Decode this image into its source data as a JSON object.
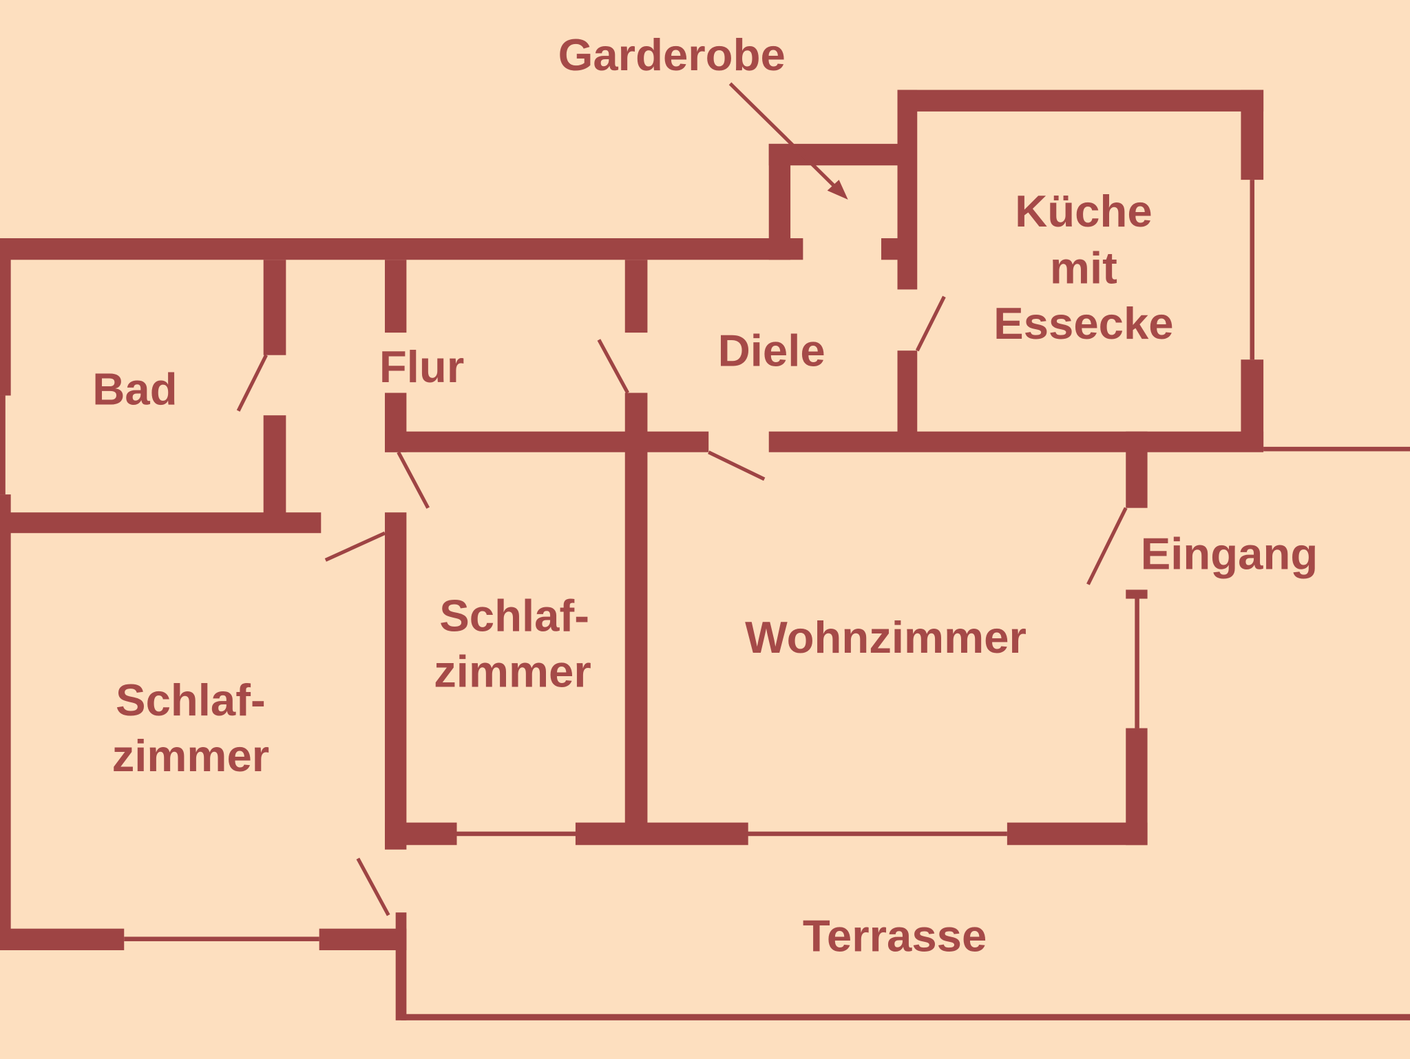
{
  "title": "Floor plan",
  "colors": {
    "background": "#FDDFBF",
    "walls": "#9E4444",
    "labels": "#A54A48"
  },
  "rooms": {
    "garderobe": "Garderobe",
    "kueche_1": "Küche",
    "kueche_2": "mit",
    "kueche_3": "Essecke",
    "bad": "Bad",
    "flur": "Flur",
    "diele": "Diele",
    "eingang": "Eingang",
    "schlaf1_1": "Schlaf-",
    "schlaf1_2": "zimmer",
    "schlaf2_1": "Schlaf-",
    "schlaf2_2": "zimmer",
    "wohnzimmer": "Wohnzimmer",
    "terrasse": "Terrasse"
  }
}
